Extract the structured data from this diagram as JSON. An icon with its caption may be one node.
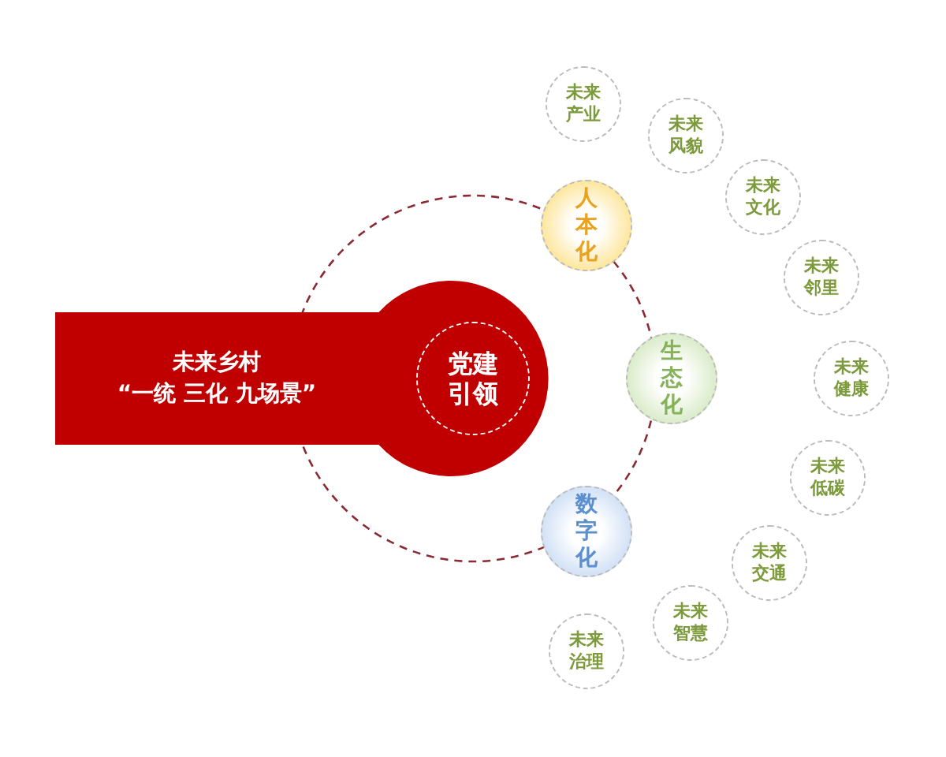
{
  "diagram": {
    "nodes": [
      {
        "text": [
          "未来乡村",
          "“一统 三化 九场景”"
        ]
      },
      {
        "text": [
          "党建引领"
        ],
        "in": 0
      },
      {
        "text": [
          "人本化"
        ]
      },
      {
        "text": [
          "生态化"
        ]
      },
      {
        "text": [
          "数字化"
        ]
      },
      {
        "text": [
          "未来产业"
        ]
      },
      {
        "text": [
          "未来风貌"
        ]
      },
      {
        "text": [
          "未来文化"
        ]
      },
      {
        "text": [
          "未来邻里"
        ]
      },
      {
        "text": [
          "未来健康"
        ]
      },
      {
        "text": [
          "未来低碳"
        ]
      },
      {
        "text": [
          "未来交通"
        ]
      },
      {
        "text": [
          "未来智慧"
        ]
      },
      {
        "text": [
          "未来治理"
        ]
      }
    ],
    "edges": []
  }
}
